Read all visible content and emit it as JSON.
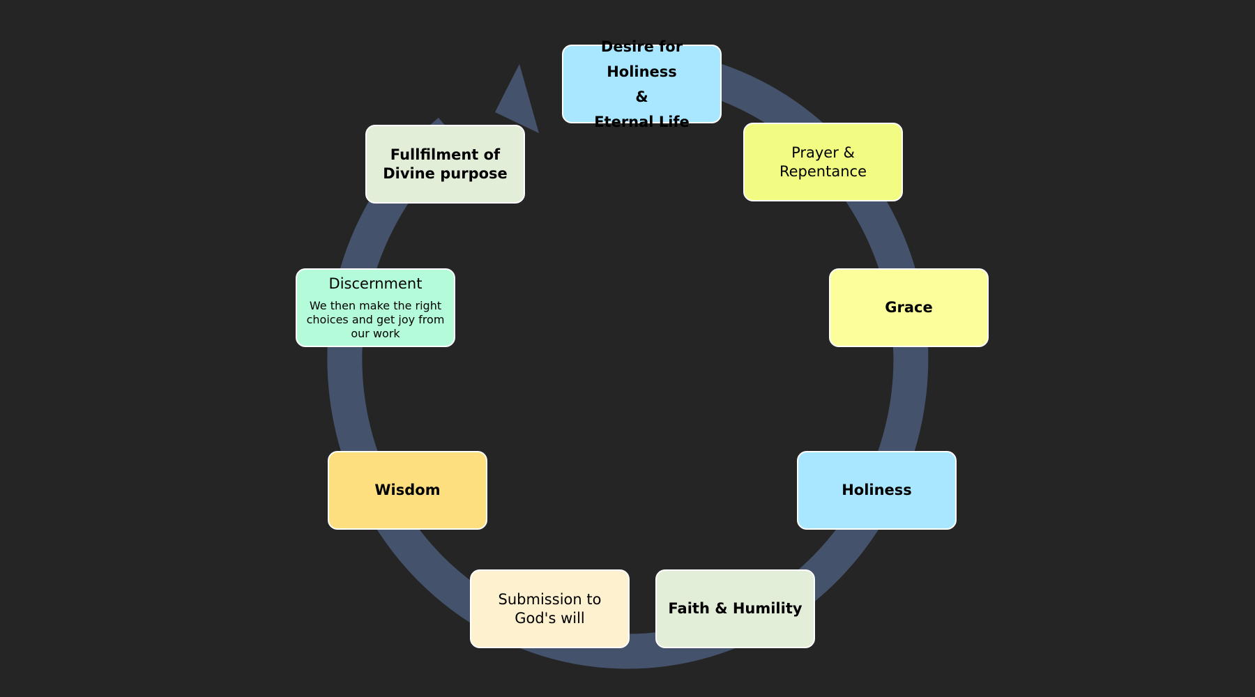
{
  "colors": {
    "background": "#252525",
    "ring": "#44536b",
    "border": "#ffffff"
  },
  "nodes": {
    "desire": {
      "line1": "Desire for Holiness",
      "line2": "&",
      "line3": "Eternal Life",
      "color": "#a9e6ff"
    },
    "prayer": {
      "label": "Prayer & Repentance",
      "color": "#f2fc82"
    },
    "grace": {
      "label": "Grace",
      "color": "#fbfe9b"
    },
    "holiness": {
      "label": "Holiness",
      "color": "#a9e6ff"
    },
    "faith": {
      "label": "Faith & Humility",
      "color": "#e3eed9"
    },
    "submission": {
      "label": "Submission to God's will",
      "color": "#fef1d0"
    },
    "wisdom": {
      "label": "Wisdom",
      "color": "#fedf80"
    },
    "discernment": {
      "title": "Discernment",
      "subtitle": "We then make the right choices and get joy from our work",
      "color": "#b4fcd9"
    },
    "fulfilment": {
      "label": "Fullfilment of Divine purpose",
      "color": "#e3eed9"
    }
  }
}
